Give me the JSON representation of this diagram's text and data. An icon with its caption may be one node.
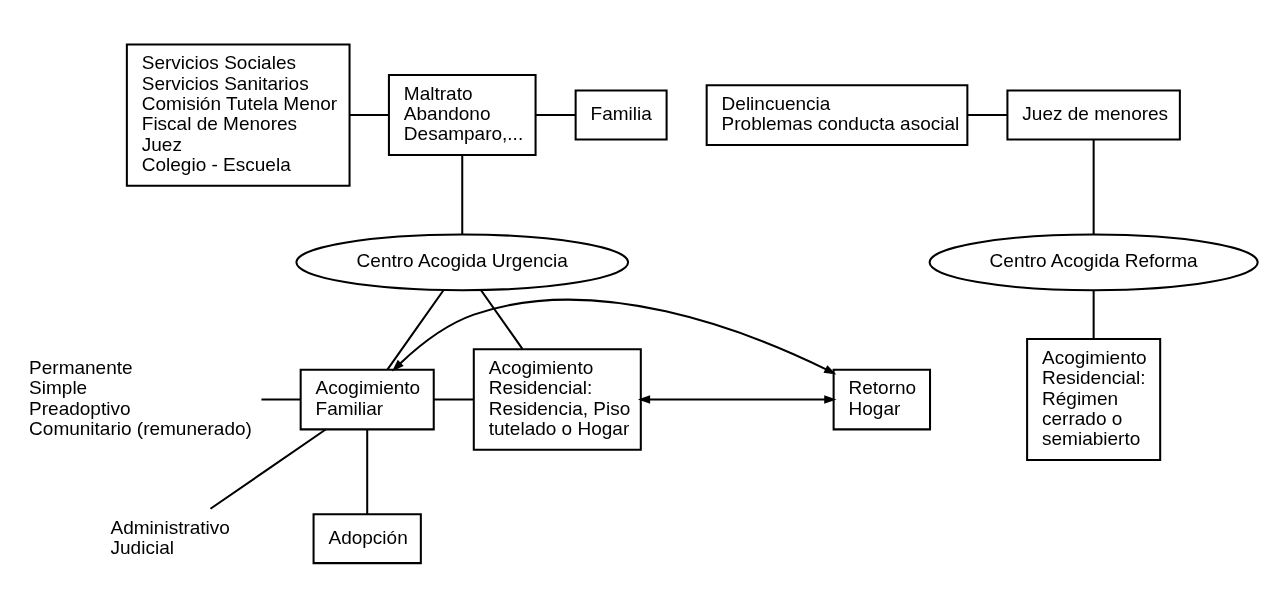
{
  "diagram": {
    "nodes": [
      {
        "text": [
          "Servicios Sociales",
          "Servicios Sanitarios",
          "Comisión Tutela Menor",
          "Fiscal de Menores",
          "Juez",
          "Colegio - Escuela"
        ]
      },
      {
        "text": [
          "Maltrato",
          "Abandono",
          "Desamparo,..."
        ]
      },
      {
        "text": [
          "Familia"
        ]
      },
      {
        "text": [
          "Delincuencia",
          "Problemas conducta asocial"
        ]
      },
      {
        "text": [
          "Juez de menores"
        ]
      },
      {
        "text": [
          "Centro Acogida Urgencia"
        ]
      },
      {
        "text": [
          "Centro Acogida Reforma"
        ]
      },
      {
        "text": [
          "Permanente",
          "Simple",
          "Preadoptivo",
          "Comunitario (remunerado)"
        ]
      },
      {
        "text": [
          "Acogimiento Familiar"
        ]
      },
      {
        "text": [
          "Retorno Hogar"
        ]
      },
      {
        "text": [
          "Acogimiento Residencial: Residencia, Piso tutelado o Hogar"
        ]
      },
      {
        "text": [
          "Acogimiento Residencial: Régimen cerrado o semiabierto"
        ]
      },
      {
        "text": [
          "Administrativo",
          "Judicial"
        ]
      },
      {
        "text": [
          "Adopción"
        ]
      }
    ],
    "edges": [
      {
        "from": 0,
        "to": 1,
        "arrow": "none"
      },
      {
        "from": 1,
        "to": 2,
        "arrow": "none"
      },
      {
        "from": 3,
        "to": 4,
        "arrow": "none"
      },
      {
        "from": 1,
        "to": 5,
        "arrow": "none"
      },
      {
        "from": 4,
        "to": 6,
        "arrow": "none"
      },
      {
        "from": 5,
        "to": 8,
        "arrow": "none"
      },
      {
        "from": 5,
        "to": 10,
        "arrow": "none"
      },
      {
        "from": 8,
        "to": 10,
        "arrow": "none"
      },
      {
        "from": 6,
        "to": 11,
        "arrow": "none"
      },
      {
        "from": 7,
        "to": 8,
        "arrow": "none"
      },
      {
        "from": 8,
        "to": 9,
        "arrow": "both"
      },
      {
        "from": 9,
        "to": 10,
        "arrow": "both"
      },
      {
        "from": 12,
        "to": 8,
        "arrow": "none"
      },
      {
        "from": 8,
        "to": 13,
        "arrow": "none"
      }
    ]
  }
}
